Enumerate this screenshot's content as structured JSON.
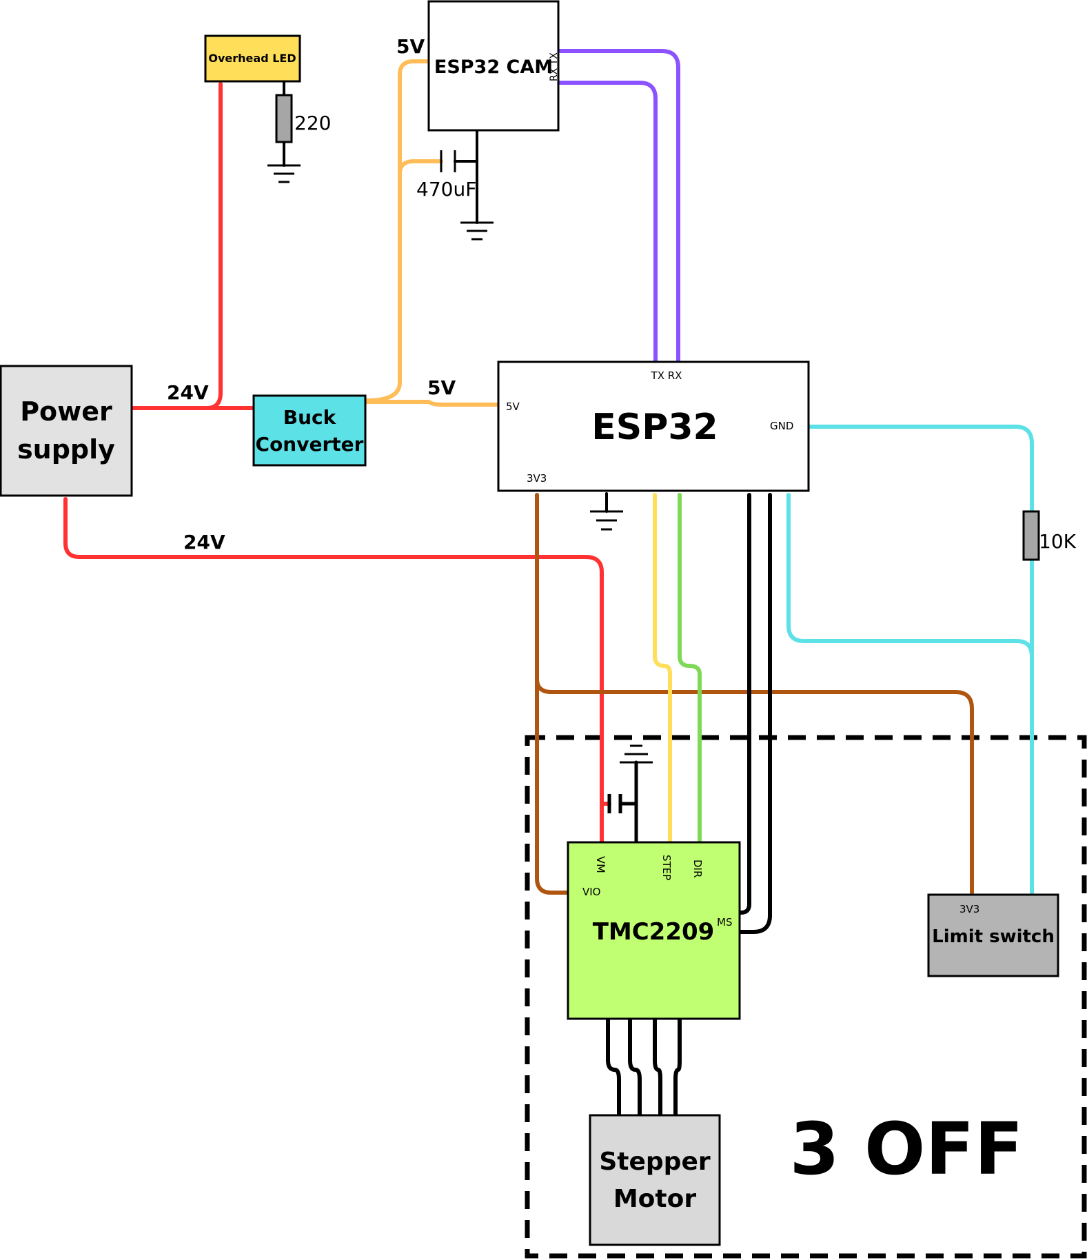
{
  "components": {
    "power_supply": {
      "line1": "Power",
      "line2": "supply",
      "fill": "#e2e2e2"
    },
    "buck_converter": {
      "line1": "Buck",
      "line2": "Converter",
      "fill": "#5ce1e6"
    },
    "esp32": {
      "label": "ESP32",
      "pin_txrx": "TX RX",
      "pin_5v": "5V",
      "pin_gnd": "GND",
      "pin_3v3": "3V3"
    },
    "esp32_cam": {
      "label": "ESP32 CAM",
      "pin_rxtx": "RX TX"
    },
    "overhead_led": {
      "label": "Overhead LED",
      "fill": "#ffde59"
    },
    "tmc2209": {
      "label": "TMC2209",
      "pin_vm": "VM",
      "pin_vio": "VIO",
      "pin_step": "STEP",
      "pin_dir": "DIR",
      "pin_ms": "MS",
      "fill": "#c1ff72"
    },
    "limit_switch": {
      "label": "Limit switch",
      "pin_3v3": "3V3",
      "fill": "#b4b4b4"
    },
    "stepper_motor": {
      "line1": "Stepper",
      "line2": "Motor",
      "fill": "#d9d9d9"
    }
  },
  "parts": {
    "resistor_led": "220",
    "capacitor_cam": "470uF",
    "resistor_pullup": "10K"
  },
  "net_labels": {
    "supply_24v_top": "24V",
    "supply_24v_bottom": "24V",
    "buck_5v_out": "5V",
    "cam_5v": "5V"
  },
  "group": {
    "label": "3 OFF"
  },
  "wire_colors": {
    "v24": "#ff3131",
    "v5": "#ffbd59",
    "uart": "#8c52ff",
    "v3v3": "#b0550f",
    "step": "#ffde59",
    "dir": "#7ed957",
    "ms": "#000000",
    "gnd": "#5ce1e6",
    "motor": "#000000"
  }
}
